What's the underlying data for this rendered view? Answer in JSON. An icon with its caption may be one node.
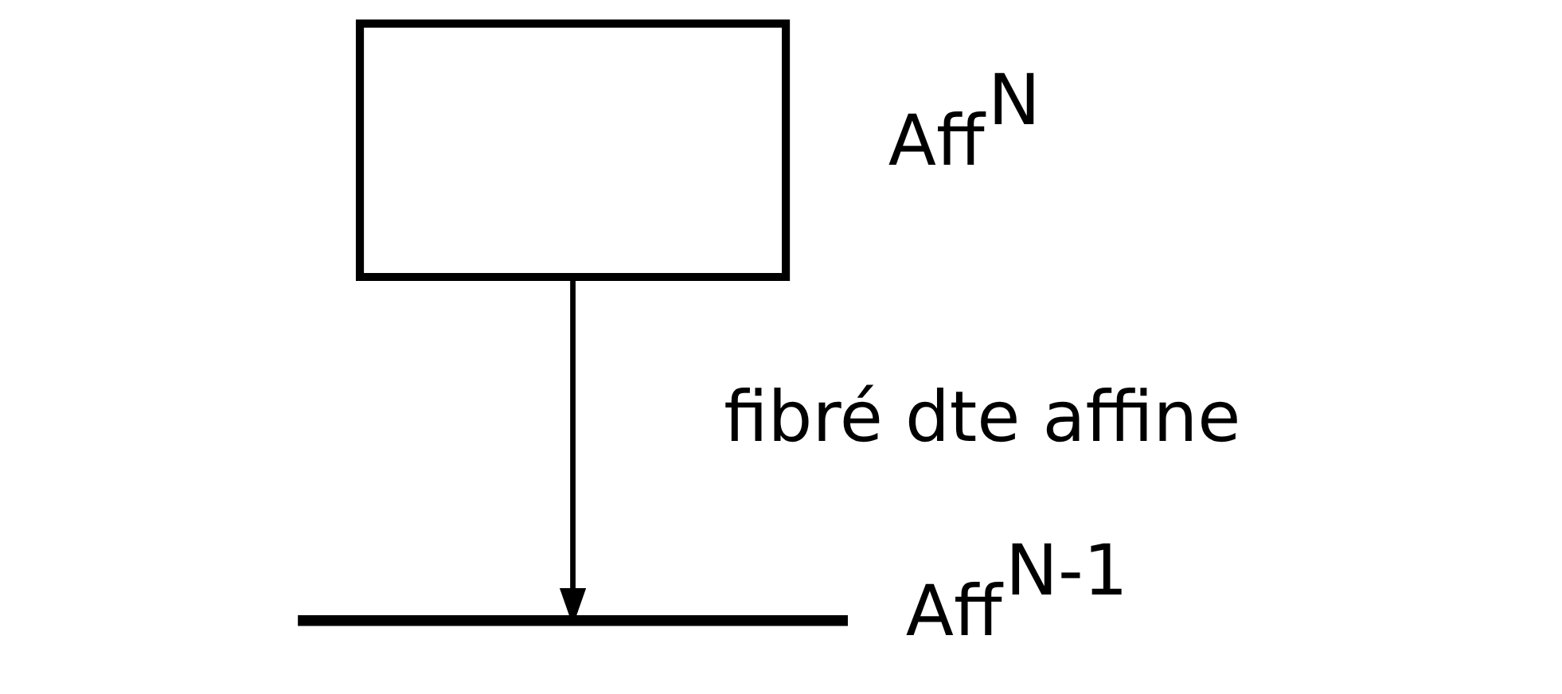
{
  "diagram": {
    "nodes": [
      {
        "text": [],
        "shape": "box",
        "beside": [
          "Aff$^{N}$"
        ]
      },
      {
        "text": [],
        "shape": "bar",
        "beside": [
          "Aff$^{N-1}$"
        ]
      }
    ],
    "edges": [
      {
        "from": 0,
        "to": 1,
        "arrow": "to"
      }
    ],
    "labels": [
      "fibré dte affine"
    ]
  }
}
